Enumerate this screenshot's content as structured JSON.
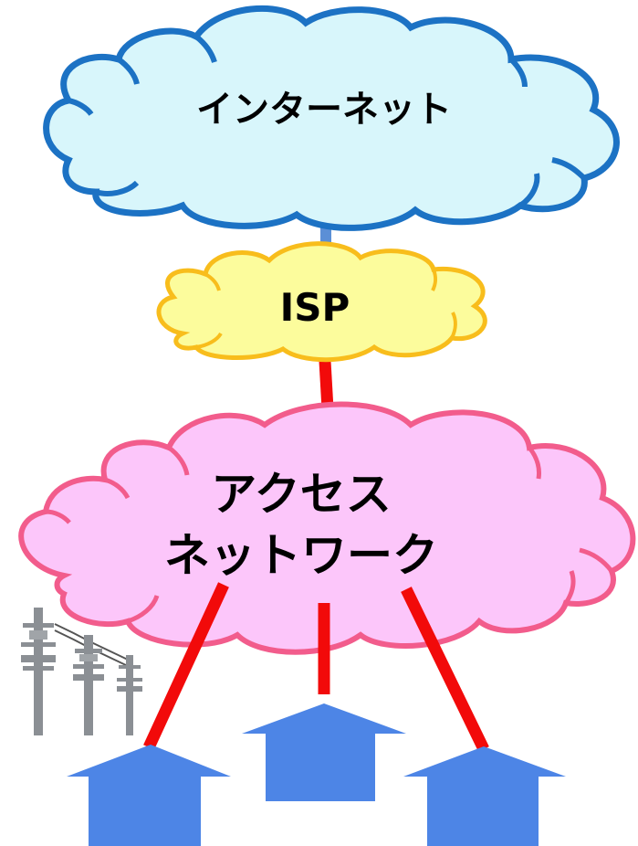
{
  "nodes": {
    "internet": {
      "label": "インターネット"
    },
    "isp": {
      "label": "ISP"
    },
    "access_network": {
      "label_line1": "アクセス",
      "label_line2": "ネットワーク"
    }
  },
  "colors": {
    "internet_fill": "#d8f6fb",
    "internet_stroke": "#1c72c4",
    "isp_fill": "#fcfc9c",
    "isp_stroke": "#f8bd1c",
    "access_fill": "#fcc6fa",
    "access_stroke": "#f25c8c",
    "link_internet_isp": "#5b8fd6",
    "link_red": "#f20a0a",
    "house_fill": "#4d85e6",
    "pole_color": "#8b8f94"
  },
  "icons": {
    "houses": [
      "house-icon",
      "house-icon",
      "house-icon"
    ],
    "poles": "utility-pole-icon"
  }
}
